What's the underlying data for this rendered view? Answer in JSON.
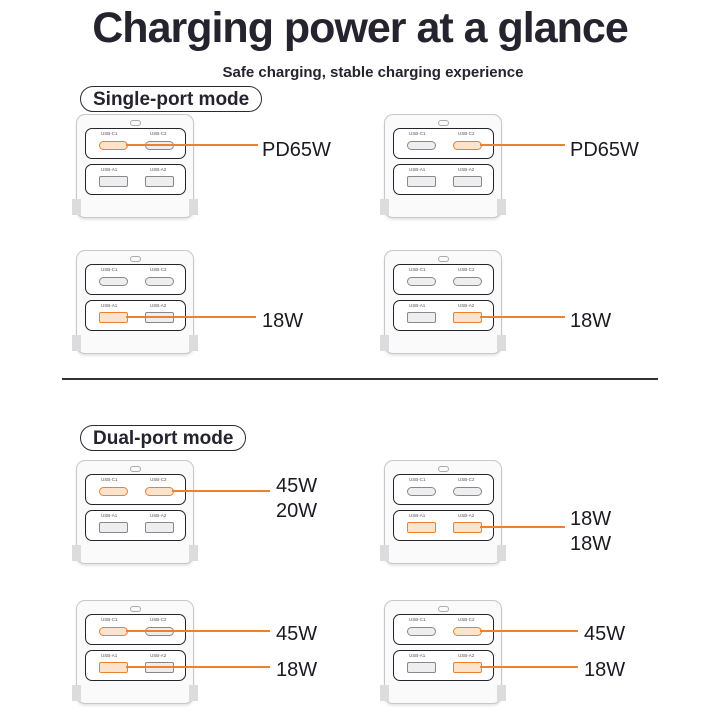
{
  "title": "Charging power at a glance",
  "subtitle": "Safe charging, stable charging experience",
  "accent_color": "#ec8131",
  "port_labels": {
    "c1": "USB-C1",
    "c2": "USB-C2",
    "a1": "USB-A1",
    "a2": "USB-A2"
  },
  "single_mode": {
    "label": "Single-port mode",
    "configs": [
      {
        "active_port": "USB-C1",
        "power": "PD65W"
      },
      {
        "active_port": "USB-C2",
        "power": "PD65W"
      },
      {
        "active_port": "USB-A1",
        "power": "18W"
      },
      {
        "active_port": "USB-A2",
        "power": "18W"
      }
    ]
  },
  "dual_mode": {
    "label": "Dual-port mode",
    "configs": [
      {
        "active_ports": [
          "USB-C1",
          "USB-C2"
        ],
        "power": [
          "45W",
          "20W"
        ]
      },
      {
        "active_ports": [
          "USB-A1",
          "USB-A2"
        ],
        "power": [
          "18W",
          "18W"
        ]
      },
      {
        "active_ports": [
          "USB-C1",
          "USB-A1"
        ],
        "power": [
          "45W",
          "18W"
        ]
      },
      {
        "active_ports": [
          "USB-C2",
          "USB-A2"
        ],
        "power": [
          "45W",
          "18W"
        ]
      }
    ]
  }
}
